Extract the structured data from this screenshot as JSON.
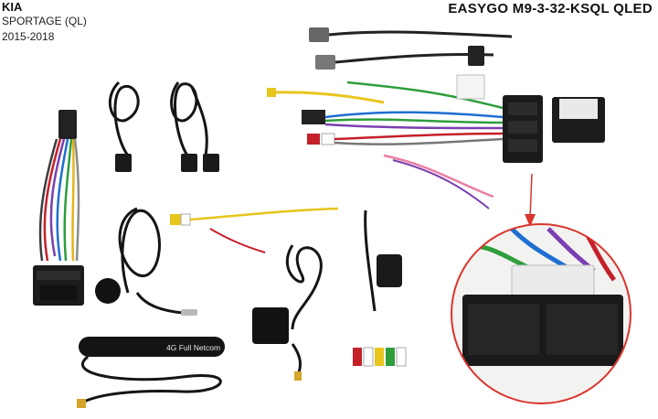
{
  "header": {
    "brand": "KIA",
    "model": "SPORTAGE (QL)",
    "years": "2015-2018",
    "product": "EASYGO M9-3-32-KSQL QLED"
  },
  "antenna": {
    "label": "4G Full Netcom"
  },
  "accent": {
    "zoom_circle": "#d9342b",
    "arrow": "#d9342b"
  }
}
